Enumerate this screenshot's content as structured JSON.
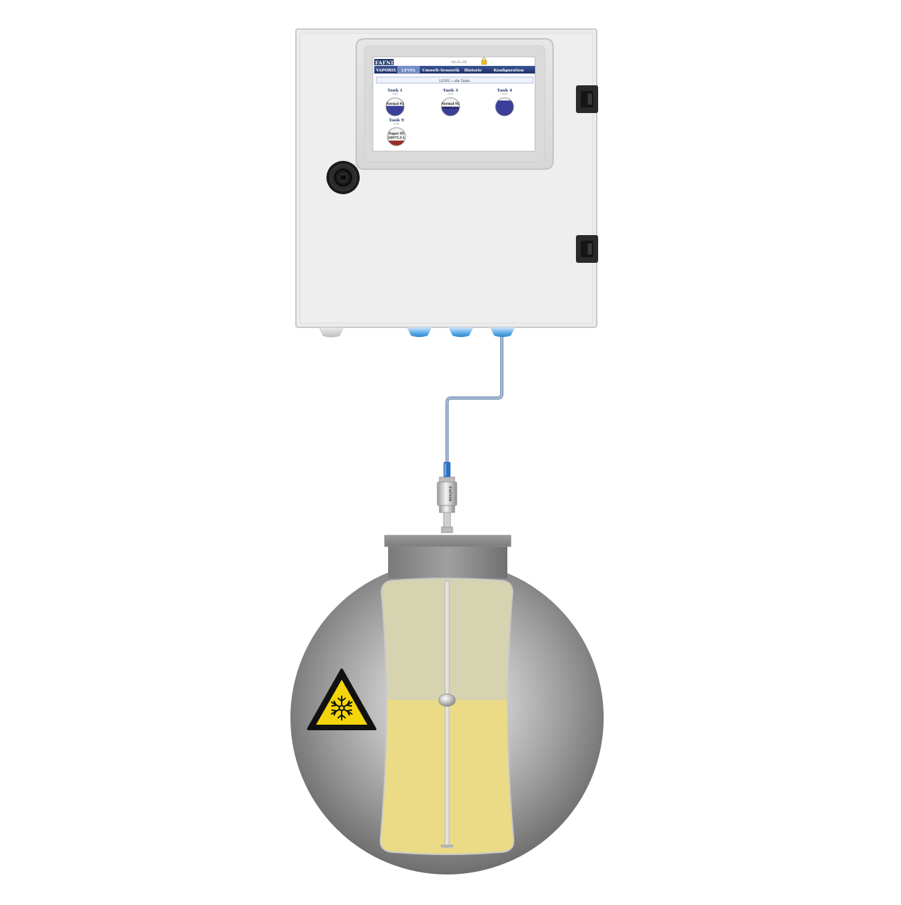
{
  "screen": {
    "brand": "FAFNIR",
    "clock": "10:21:35",
    "nav": [
      {
        "label": "VAPORIX",
        "active": false
      },
      {
        "label": "LEVEL",
        "active": true
      },
      {
        "label": "Umwelt-Sensorik",
        "active": false
      },
      {
        "label": "Historie",
        "active": false
      },
      {
        "label": "Konfiguration",
        "active": false
      }
    ],
    "breadcrumb": "LEVEL  »  alle Tanks",
    "tanks": [
      {
        "name": "Tank 1",
        "sub": "NORM",
        "product": "Normal 92",
        "volume": "",
        "fill": 0.55,
        "color": "#3a3f9a"
      },
      {
        "name": "Tank 3",
        "sub": "NORM",
        "product": "Normal 92",
        "volume": "15057.6 L",
        "fill": 0.5,
        "color": "#3a3f9a"
      },
      {
        "name": "Tank 4",
        "sub": "NORM",
        "product": "",
        "volume": "",
        "fill": 0.85,
        "color": "#3a3f9a"
      },
      {
        "name": "Tank 9",
        "sub": "SUPER",
        "product": "Super 95",
        "volume": "24975.3 L",
        "fill": 0.28,
        "color": "#9a2b2b"
      }
    ]
  },
  "probe": {
    "brand": "FAFNIR"
  },
  "tank": {
    "liquid_level": 0.56,
    "warning_sign": "low-temperature-warning"
  },
  "colors": {
    "cabinet": "#eceded",
    "nav_bar": "#243c7a",
    "cable": "#8fa6c4",
    "tank_body": "#8a8a8a",
    "liquid": "#ebdb87",
    "vapor": "#d6d3b0",
    "warning_yellow": "#f4d40c"
  }
}
